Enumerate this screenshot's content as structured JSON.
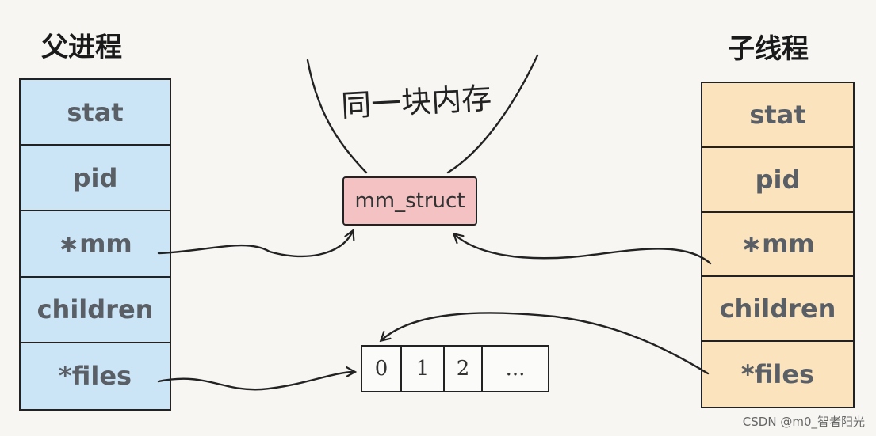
{
  "parent": {
    "title": "父进程",
    "fields": [
      "stat",
      "pid",
      "∗mm",
      "children",
      "*files"
    ]
  },
  "child": {
    "title": "子线程",
    "fields": [
      "stat",
      "pid",
      "∗mm",
      "children",
      "*files"
    ]
  },
  "shared_memory_note": "同一块内存",
  "mm_struct_label": "mm_struct",
  "files_table": [
    "0",
    "1",
    "2",
    "..."
  ],
  "colors": {
    "parent_fill": "#cbe4f6",
    "child_fill": "#fae3bd",
    "mm_struct_fill": "#f5c2c4"
  },
  "watermark": "CSDN @m0_智者阳光"
}
